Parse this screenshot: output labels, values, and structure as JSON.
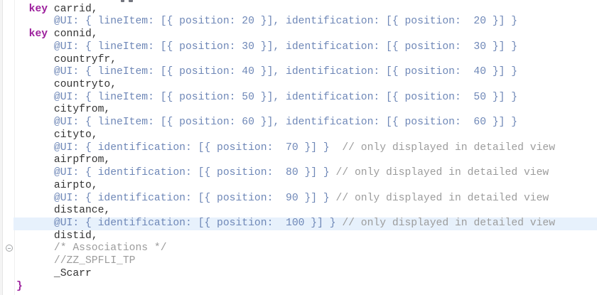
{
  "editor": {
    "colors": {
      "keyword": "#9c1f9c",
      "identifier": "#333333",
      "annotation": "#6e87b7",
      "comment": "#9c9c9c",
      "brace": "#9c1f9c",
      "highlight": "#e7f1fc",
      "ruler_bg": "#f4f4f4",
      "ruler_border": "#e5e5e5",
      "gutter_line": "#efefef",
      "fold_border": "#a5a5a5",
      "fold_bg": "#fbfdff",
      "fragment": "#74767f"
    },
    "lines": [
      {
        "clipped": true,
        "tokens": []
      },
      {
        "tokens": [
          {
            "t": "ws",
            "s": "  "
          },
          {
            "t": "kw",
            "s": "key"
          },
          {
            "t": "id",
            "s": " carrid,"
          }
        ]
      },
      {
        "tokens": [
          {
            "t": "ws",
            "s": "      "
          },
          {
            "t": "ann",
            "s": "@UI: { lineItem: [{ position: 20 }], identification: [{ position:  20 }] }"
          }
        ]
      },
      {
        "tokens": [
          {
            "t": "ws",
            "s": "  "
          },
          {
            "t": "kw",
            "s": "key"
          },
          {
            "t": "id",
            "s": " connid,"
          }
        ]
      },
      {
        "tokens": [
          {
            "t": "ws",
            "s": "      "
          },
          {
            "t": "ann",
            "s": "@UI: { lineItem: [{ position: 30 }], identification: [{ position:  30 }] }"
          }
        ]
      },
      {
        "tokens": [
          {
            "t": "ws",
            "s": "      "
          },
          {
            "t": "id",
            "s": "countryfr,"
          }
        ]
      },
      {
        "tokens": [
          {
            "t": "ws",
            "s": "      "
          },
          {
            "t": "ann",
            "s": "@UI: { lineItem: [{ position: 40 }], identification: [{ position:  40 }] }"
          }
        ]
      },
      {
        "tokens": [
          {
            "t": "ws",
            "s": "      "
          },
          {
            "t": "id",
            "s": "countryto,"
          }
        ]
      },
      {
        "tokens": [
          {
            "t": "ws",
            "s": "      "
          },
          {
            "t": "ann",
            "s": "@UI: { lineItem: [{ position: 50 }], identification: [{ position:  50 }] }"
          }
        ]
      },
      {
        "tokens": [
          {
            "t": "ws",
            "s": "      "
          },
          {
            "t": "id",
            "s": "cityfrom,"
          }
        ]
      },
      {
        "tokens": [
          {
            "t": "ws",
            "s": "      "
          },
          {
            "t": "ann",
            "s": "@UI: { lineItem: [{ position: 60 }], identification: [{ position:  60 }] }"
          }
        ]
      },
      {
        "tokens": [
          {
            "t": "ws",
            "s": "      "
          },
          {
            "t": "id",
            "s": "cityto,"
          }
        ]
      },
      {
        "tokens": [
          {
            "t": "ws",
            "s": "      "
          },
          {
            "t": "ann",
            "s": "@UI: { identification: [{ position:  70 }] }"
          },
          {
            "t": "com",
            "s": "  // only displayed in detailed view"
          }
        ]
      },
      {
        "tokens": [
          {
            "t": "ws",
            "s": "      "
          },
          {
            "t": "id",
            "s": "airpfrom,"
          }
        ]
      },
      {
        "tokens": [
          {
            "t": "ws",
            "s": "      "
          },
          {
            "t": "ann",
            "s": "@UI: { identification: [{ position:  80 }] }"
          },
          {
            "t": "com",
            "s": " // only displayed in detailed view"
          }
        ]
      },
      {
        "tokens": [
          {
            "t": "ws",
            "s": "      "
          },
          {
            "t": "id",
            "s": "airpto,"
          }
        ]
      },
      {
        "tokens": [
          {
            "t": "ws",
            "s": "      "
          },
          {
            "t": "ann",
            "s": "@UI: { identification: [{ position:  90 }] }"
          },
          {
            "t": "com",
            "s": " // only displayed in detailed view"
          }
        ]
      },
      {
        "tokens": [
          {
            "t": "ws",
            "s": "      "
          },
          {
            "t": "id",
            "s": "distance,"
          }
        ]
      },
      {
        "highlight": true,
        "tokens": [
          {
            "t": "ws",
            "s": "      "
          },
          {
            "t": "ann",
            "s": "@UI: { identification: [{ position:  100 }] }"
          },
          {
            "t": "com",
            "s": " // only displayed in detailed view"
          }
        ]
      },
      {
        "tokens": [
          {
            "t": "ws",
            "s": "      "
          },
          {
            "t": "id",
            "s": "distid,"
          }
        ]
      },
      {
        "fold": true,
        "tokens": [
          {
            "t": "ws",
            "s": "      "
          },
          {
            "t": "com",
            "s": "/* Associations */"
          }
        ]
      },
      {
        "tokens": [
          {
            "t": "ws",
            "s": "      "
          },
          {
            "t": "com",
            "s": "//ZZ_SPFLI_TP"
          }
        ]
      },
      {
        "tokens": [
          {
            "t": "ws",
            "s": "      "
          },
          {
            "t": "id",
            "s": "_Scarr"
          }
        ]
      },
      {
        "tokens": [
          {
            "t": "br",
            "s": "}"
          }
        ]
      }
    ]
  }
}
